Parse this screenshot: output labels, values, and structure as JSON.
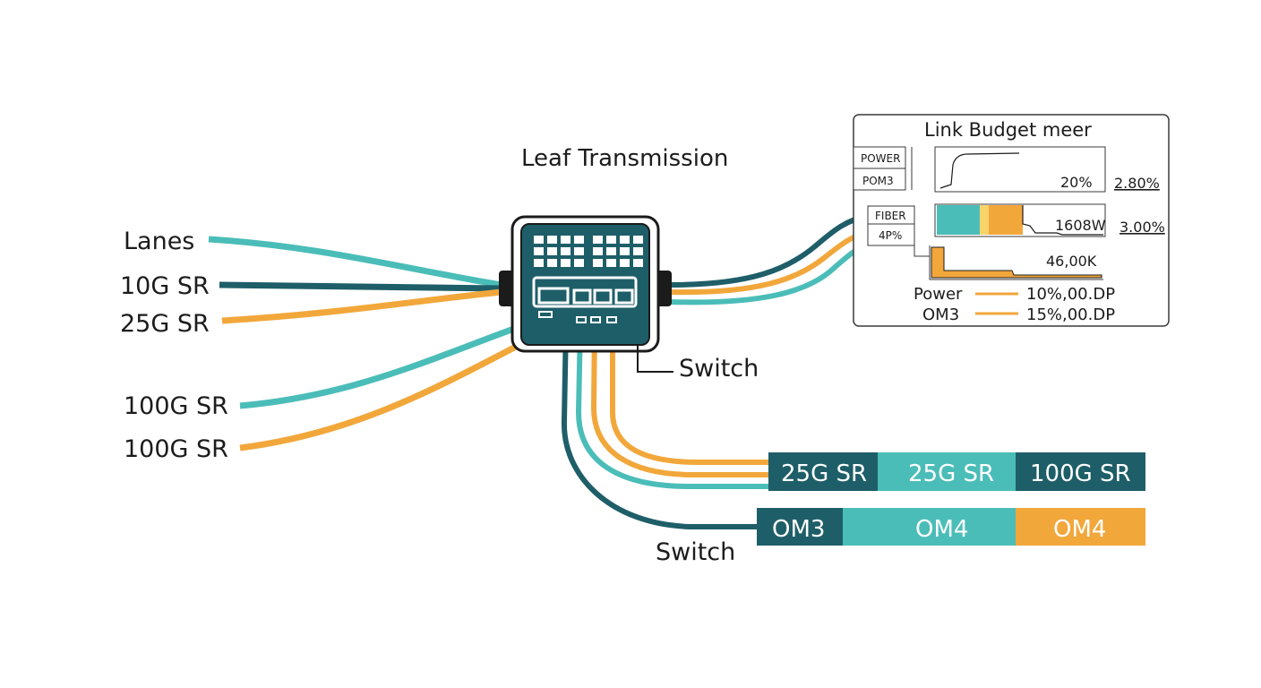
{
  "diagram": {
    "title": "Leaf Transmission",
    "switch_label": "Switch",
    "switch_label_bottom": "Switch",
    "left_labels": [
      "Lanes",
      "10G SR",
      "25G SR",
      "100G SR",
      "100G SR"
    ]
  },
  "colors": {
    "teal": "#4BBDB8",
    "dark_teal": "#1E5E68",
    "orange": "#F2A73B",
    "switch_body": "#1E5E68"
  },
  "link_budget": {
    "title": "Link Budget meer",
    "power_label": "POWER",
    "pom3_label": "POM3",
    "chart1_value": "20%",
    "chart1_pct": "2.80%",
    "fiber_label": "FIBER",
    "ap_label": "4P%",
    "chart2_value": "1608W",
    "chart2_pct": "3.00%",
    "chart3_value": "46,00K",
    "legend": [
      {
        "label": "Power",
        "value": "10%,00.DP"
      },
      {
        "label": "OM3",
        "value": "15%,00.DP"
      }
    ]
  },
  "bars": {
    "row1": [
      "25G SR",
      "25G SR",
      "100G SR"
    ],
    "row2": [
      "OM3",
      "OM4",
      "OM4"
    ]
  }
}
